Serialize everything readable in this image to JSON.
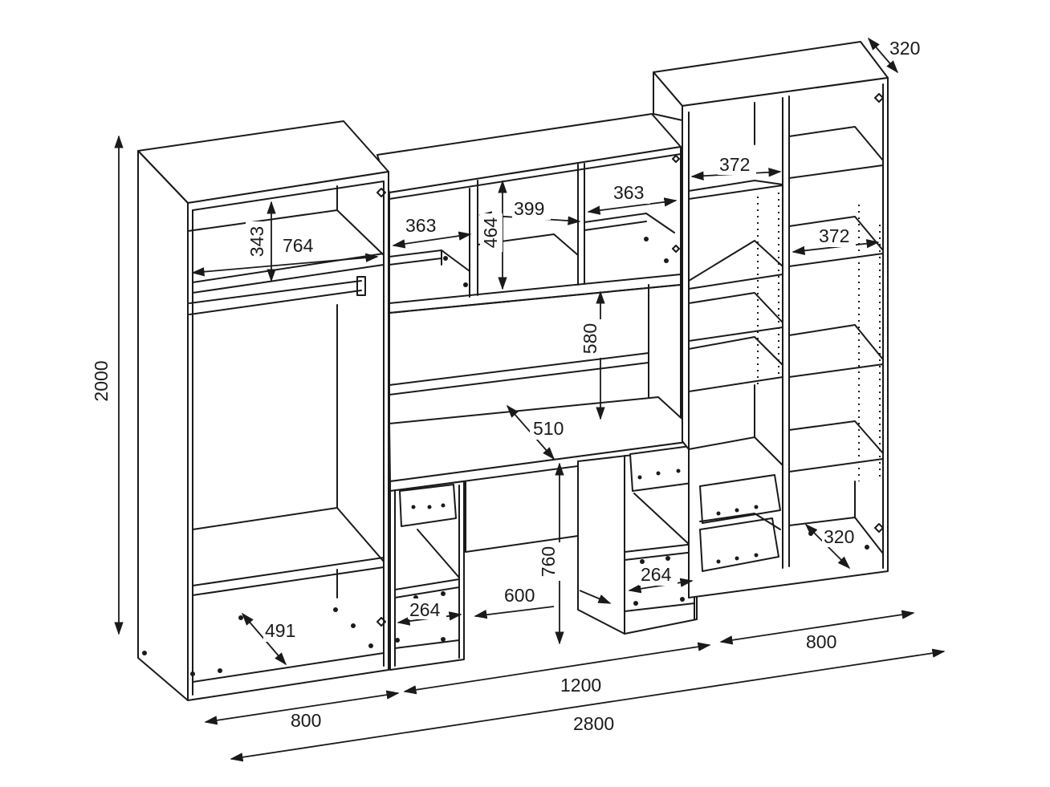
{
  "dimensions": {
    "total_height": "2000",
    "depth": "320",
    "total_width": "2800",
    "left_width": "800",
    "center_width": "1200",
    "right_width": "800",
    "wardrobe_top_height": "343",
    "wardrobe_top_width": "764",
    "wardrobe_bottom_depth": "491",
    "top_shelf_a": "363",
    "top_shelf_b": "399",
    "top_shelf_c": "363",
    "top_shelf_height": "464",
    "desk_clearance": "580",
    "desk_depth": "510",
    "desk_height": "760",
    "knee_width": "600",
    "pedestal_left": "264",
    "pedestal_right": "264",
    "right_shelf_a": "372",
    "right_shelf_b": "372",
    "right_bottom_depth": "320"
  }
}
